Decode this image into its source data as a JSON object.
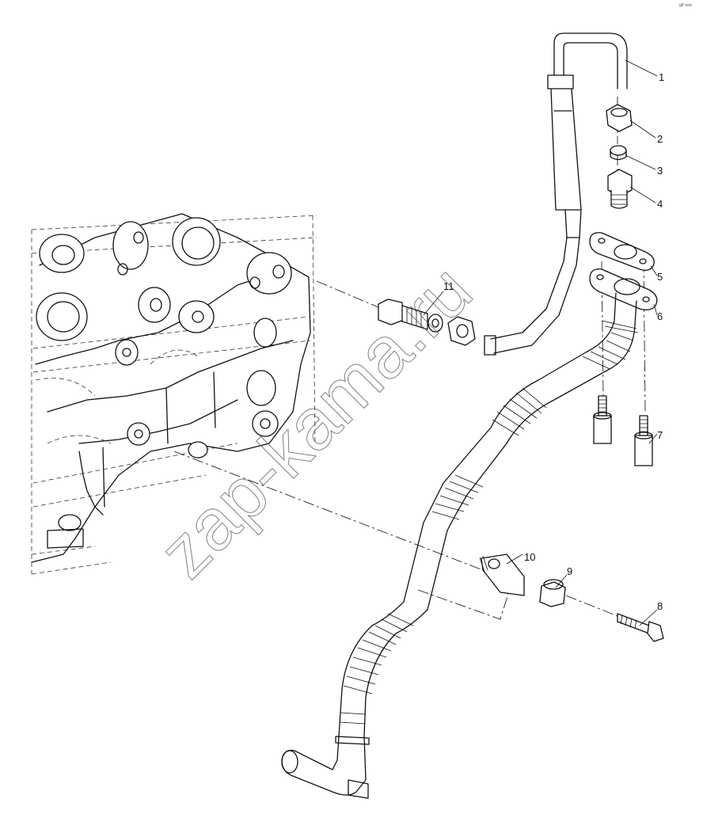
{
  "callouts": [
    {
      "id": "1",
      "label": "1"
    },
    {
      "id": "2",
      "label": "2"
    },
    {
      "id": "3",
      "label": "3"
    },
    {
      "id": "4",
      "label": "4"
    },
    {
      "id": "5",
      "label": "5"
    },
    {
      "id": "6",
      "label": "6"
    },
    {
      "id": "7",
      "label": "7"
    },
    {
      "id": "8",
      "label": "8"
    },
    {
      "id": "9",
      "label": "9"
    },
    {
      "id": "10",
      "label": "10"
    },
    {
      "id": "11",
      "label": "11"
    }
  ],
  "watermark": "zap-kama.ru",
  "corner_mark": "gP ooo"
}
